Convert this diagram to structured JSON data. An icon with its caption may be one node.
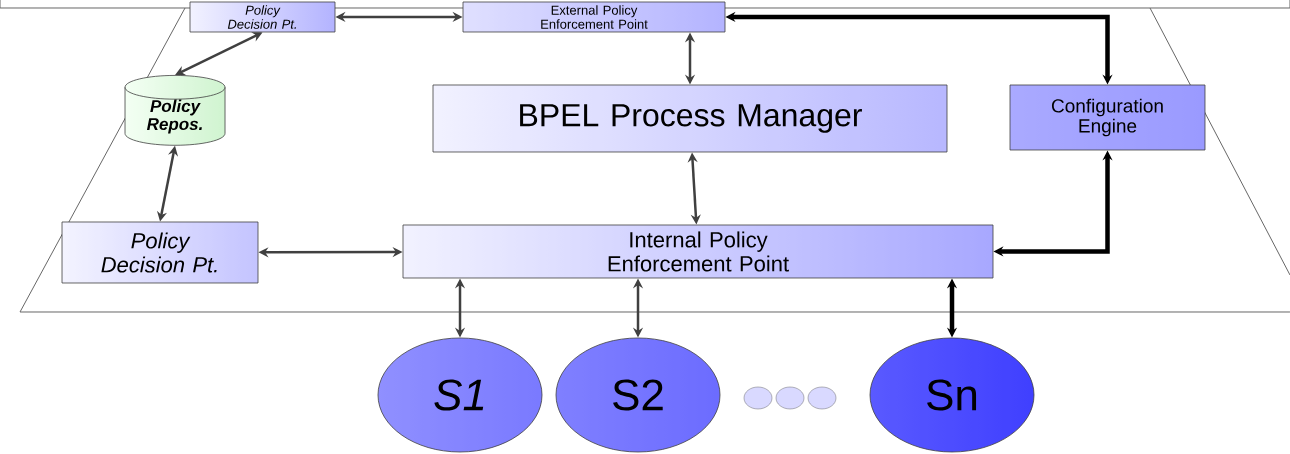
{
  "diagram": {
    "nodes": [
      {
        "text": [
          "Policy Decision Pt."
        ]
      },
      {
        "text": [
          "External Policy Enforcement Point"
        ]
      },
      {
        "text": [
          "Policy Repos."
        ]
      },
      {
        "text": [
          "BPEL Process Manager"
        ]
      },
      {
        "text": [
          "Configuration Engine"
        ]
      },
      {
        "text": [
          "Policy Decision Pt."
        ]
      },
      {
        "text": [
          "Internal Policy Enforcement Point"
        ]
      },
      {
        "text": [
          "S1"
        ]
      },
      {
        "text": [
          "S2"
        ]
      },
      {
        "text": [
          "Sn"
        ]
      }
    ],
    "edges": [
      {
        "from": 0,
        "to": 1,
        "arrow": "both"
      },
      {
        "from": 0,
        "to": 2,
        "arrow": "both"
      },
      {
        "from": 1,
        "to": 3,
        "arrow": "both"
      },
      {
        "from": 1,
        "to": 4,
        "arrow": "both",
        "style": "thick",
        "color": "#000000"
      },
      {
        "from": 2,
        "to": 5,
        "arrow": "both"
      },
      {
        "from": 3,
        "to": 6,
        "arrow": "both"
      },
      {
        "from": 5,
        "to": 6,
        "arrow": "both"
      },
      {
        "from": 4,
        "to": 6,
        "arrow": "both",
        "style": "thick",
        "color": "#000000"
      },
      {
        "from": 6,
        "to": 7,
        "arrow": "both"
      },
      {
        "from": 6,
        "to": 8,
        "arrow": "both"
      },
      {
        "from": 6,
        "to": 9,
        "arrow": "both",
        "style": "thick",
        "color": "#000000"
      }
    ]
  }
}
